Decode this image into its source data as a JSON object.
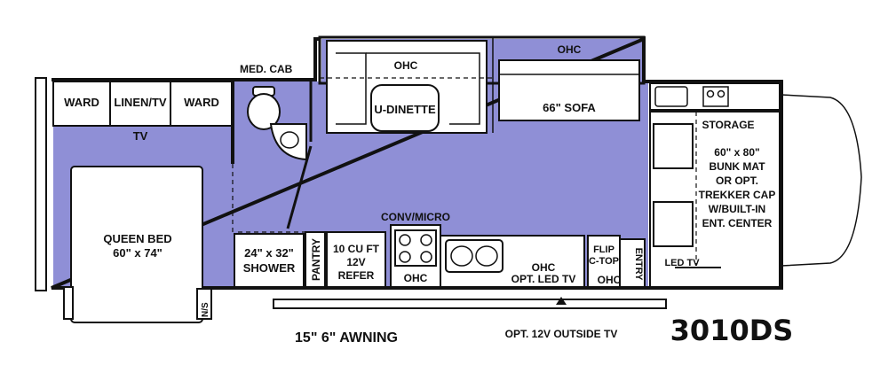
{
  "model": "3010DS",
  "labels": {
    "med_cab": "MED. CAB",
    "ward_left": "WARD",
    "linen_tv": "LINEN/TV",
    "ward_right": "WARD",
    "tv_bedroom": "TV",
    "queen_bed": [
      "QUEEN BED",
      "60\" x 74\""
    ],
    "ns": "N/S",
    "shower": [
      "24\" x 32\"",
      "SHOWER"
    ],
    "pantry": "PANTRY",
    "refer": [
      "10 CU FT",
      "12V",
      "REFER"
    ],
    "ohc_range": "OHC",
    "conv_micro": "CONV/MICRO",
    "ohc_galley": [
      "OHC",
      "OPT. LED TV"
    ],
    "flip_ctop": [
      "FLIP",
      "C-TOP"
    ],
    "ohc_entry": "OHC",
    "entry": "ENTRY",
    "ohc_dinette": "OHC",
    "u_dinette": "U-DINETTE",
    "ohc_sofa": "OHC",
    "sofa": "66\" SOFA",
    "storage": "STORAGE",
    "bunk": [
      "60\" x 80\"",
      "BUNK MAT",
      "OR OPT.",
      "TREKKER CAP",
      "W/BUILT-IN",
      "ENT. CENTER"
    ],
    "led_tv": "LED TV",
    "awning": "15\" 6\" AWNING",
    "outside_tv": "OPT. 12V OUTSIDE TV"
  },
  "colors": {
    "floor": "#8f8fd6",
    "wall": "#111111",
    "fixture": "#ffffff",
    "line": "#111111"
  }
}
